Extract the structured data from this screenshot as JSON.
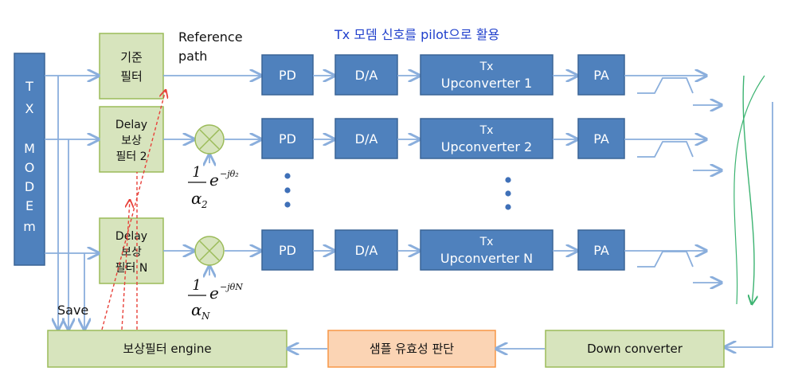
{
  "title": "Tx 모뎀 신호를 pilot으로 활용",
  "tx_modem": {
    "letters": [
      "T",
      "X",
      "M",
      "O",
      "D",
      "E",
      "m"
    ]
  },
  "reference_filter": {
    "line1": "기준",
    "line2": "필터"
  },
  "reference_path": {
    "line1": "Reference",
    "line2": "path"
  },
  "delay_filter_2": {
    "line1": "Delay",
    "line2": "보상",
    "line3": "필터 2"
  },
  "delay_filter_n": {
    "line1": "Delay",
    "line2": "보상",
    "line3": "필터 N"
  },
  "chains": [
    {
      "pd": "PD",
      "da": "D/A",
      "up_top": "Tx",
      "up_bottom": "Upconverter 1",
      "pa": "PA"
    },
    {
      "pd": "PD",
      "da": "D/A",
      "up_top": "Tx",
      "up_bottom": "Upconverter 2",
      "pa": "PA"
    },
    {
      "pd": "PD",
      "da": "D/A",
      "up_top": "Tx",
      "up_bottom": "Upconverter N",
      "pa": "PA"
    }
  ],
  "weights": [
    {
      "num": "1",
      "alpha": "α",
      "alpha_sub": "2",
      "exp_base": "e",
      "exp_power": "−jθ₂"
    },
    {
      "num": "1",
      "alpha": "α",
      "alpha_sub": "N",
      "exp_base": "e",
      "exp_power": "−jθN"
    }
  ],
  "save_label": "Save",
  "bottom": {
    "engine": "보상필터 engine",
    "validity": "샘플 유효성 판단",
    "down_converter": "Down converter"
  },
  "colors": {
    "block_blue": "#4f81bd",
    "filter_green": "#d7e4bd",
    "decision_orange": "#fbd4b4",
    "signal_line": "#8aaedc",
    "feedback_dashed": "#e8413a",
    "coupling_green": "#3cb371",
    "title_blue": "#1f3fcc"
  }
}
